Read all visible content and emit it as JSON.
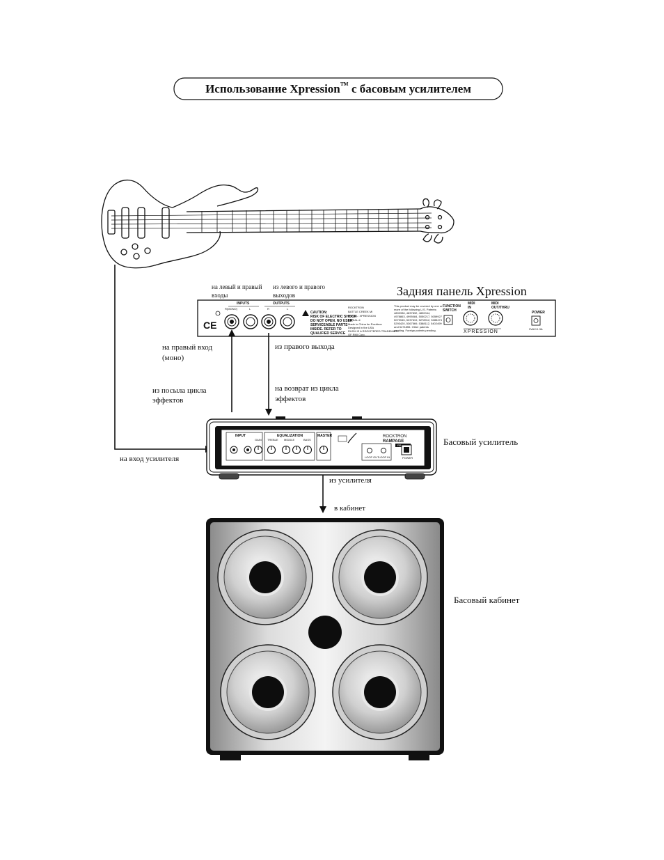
{
  "title": {
    "text_before": "Использование Xpression",
    "tm": "™",
    "text_after": " с басовым усилителем"
  },
  "rear_panel": {
    "heading": "Задняя панель  Xpression",
    "ce_mark": "CE",
    "label_inputs": "INPUTS",
    "label_mono": "R(MONO)",
    "label_l_in": "L",
    "label_outputs": "OUTPUTS",
    "label_r_out": "R",
    "label_l_out": "L",
    "caution_title": "CAUTION:",
    "caution_lines": [
      "RISK OF ELECTRIC SHOCK",
      "DO NOT OPEN. NO USER",
      "SERVICEABLE PARTS",
      "INSIDE. REFER TO",
      "QUALIFIED SERVICE"
    ],
    "info_lines": [
      "ROCKTRON",
      "BATTLE CREEK MI",
      "MODEL: XPRESSION",
      "SERIAL #:",
      "Made in China for Rocktron",
      "Designed in the USA",
      "RUSH IS A REGISTERED TRADEMARK",
      "OF RMI Corp."
    ],
    "patent_lines": [
      "This product may be covered by one or",
      "more of the following U.S. Patents:",
      "4809336, 4837832, 4890044,",
      "4978863, 4995084, 5050217, 5059927",
      "5073945, 5237619, 5278912, 5285474",
      "5293420, 5367569, 5388112, 5402499",
      "and 5471855. Other patents",
      "pending. Foreign patents pending."
    ],
    "footswitch_label": "FUNCTION\nSWITCH",
    "midi_in_label": "MIDI\nIN",
    "midi_thru_label": "MIDI\nOUT/THRU",
    "brand": "XPRESSION",
    "power_label": "POWER",
    "power_sub": "9VAC/1.3A"
  },
  "labels": {
    "to_inputs": [
      "на левый и правый",
      "входы"
    ],
    "from_outputs": [
      "из левого и правого",
      "выходов"
    ],
    "to_right_input": [
      "на правый вход",
      "(моно)"
    ],
    "from_right_output": "из правого выхода",
    "from_fx_send": [
      "из посыла цикла",
      "эффектов"
    ],
    "to_fx_return": [
      "на возврат из цикла",
      "эффектов"
    ],
    "to_amp_input": "на вход усилителя",
    "bass_amp": "Басовый усилитель",
    "from_amp": "из усилителя",
    "to_cabinet": "в кабинет",
    "bass_cabinet": "Басовый кабинет"
  },
  "amp_panel": {
    "input": "INPUT",
    "gain": "GAIN",
    "equalization": "EQUALIZATION",
    "treble": "TREBLE",
    "middle": "MIDDLE",
    "bass": "BASS",
    "master": "MASTER",
    "brand_top": "ROCKTRON",
    "brand_model": "RAMPAGE",
    "brand_badge": "RB20",
    "power": "POWER",
    "fx_send": "LOOP OUT",
    "fx_return": "LOOP IN"
  },
  "colors": {
    "ink": "#111111",
    "cabinet_gray": "#b8b8b8",
    "speaker_black": "#0d0d0d"
  }
}
